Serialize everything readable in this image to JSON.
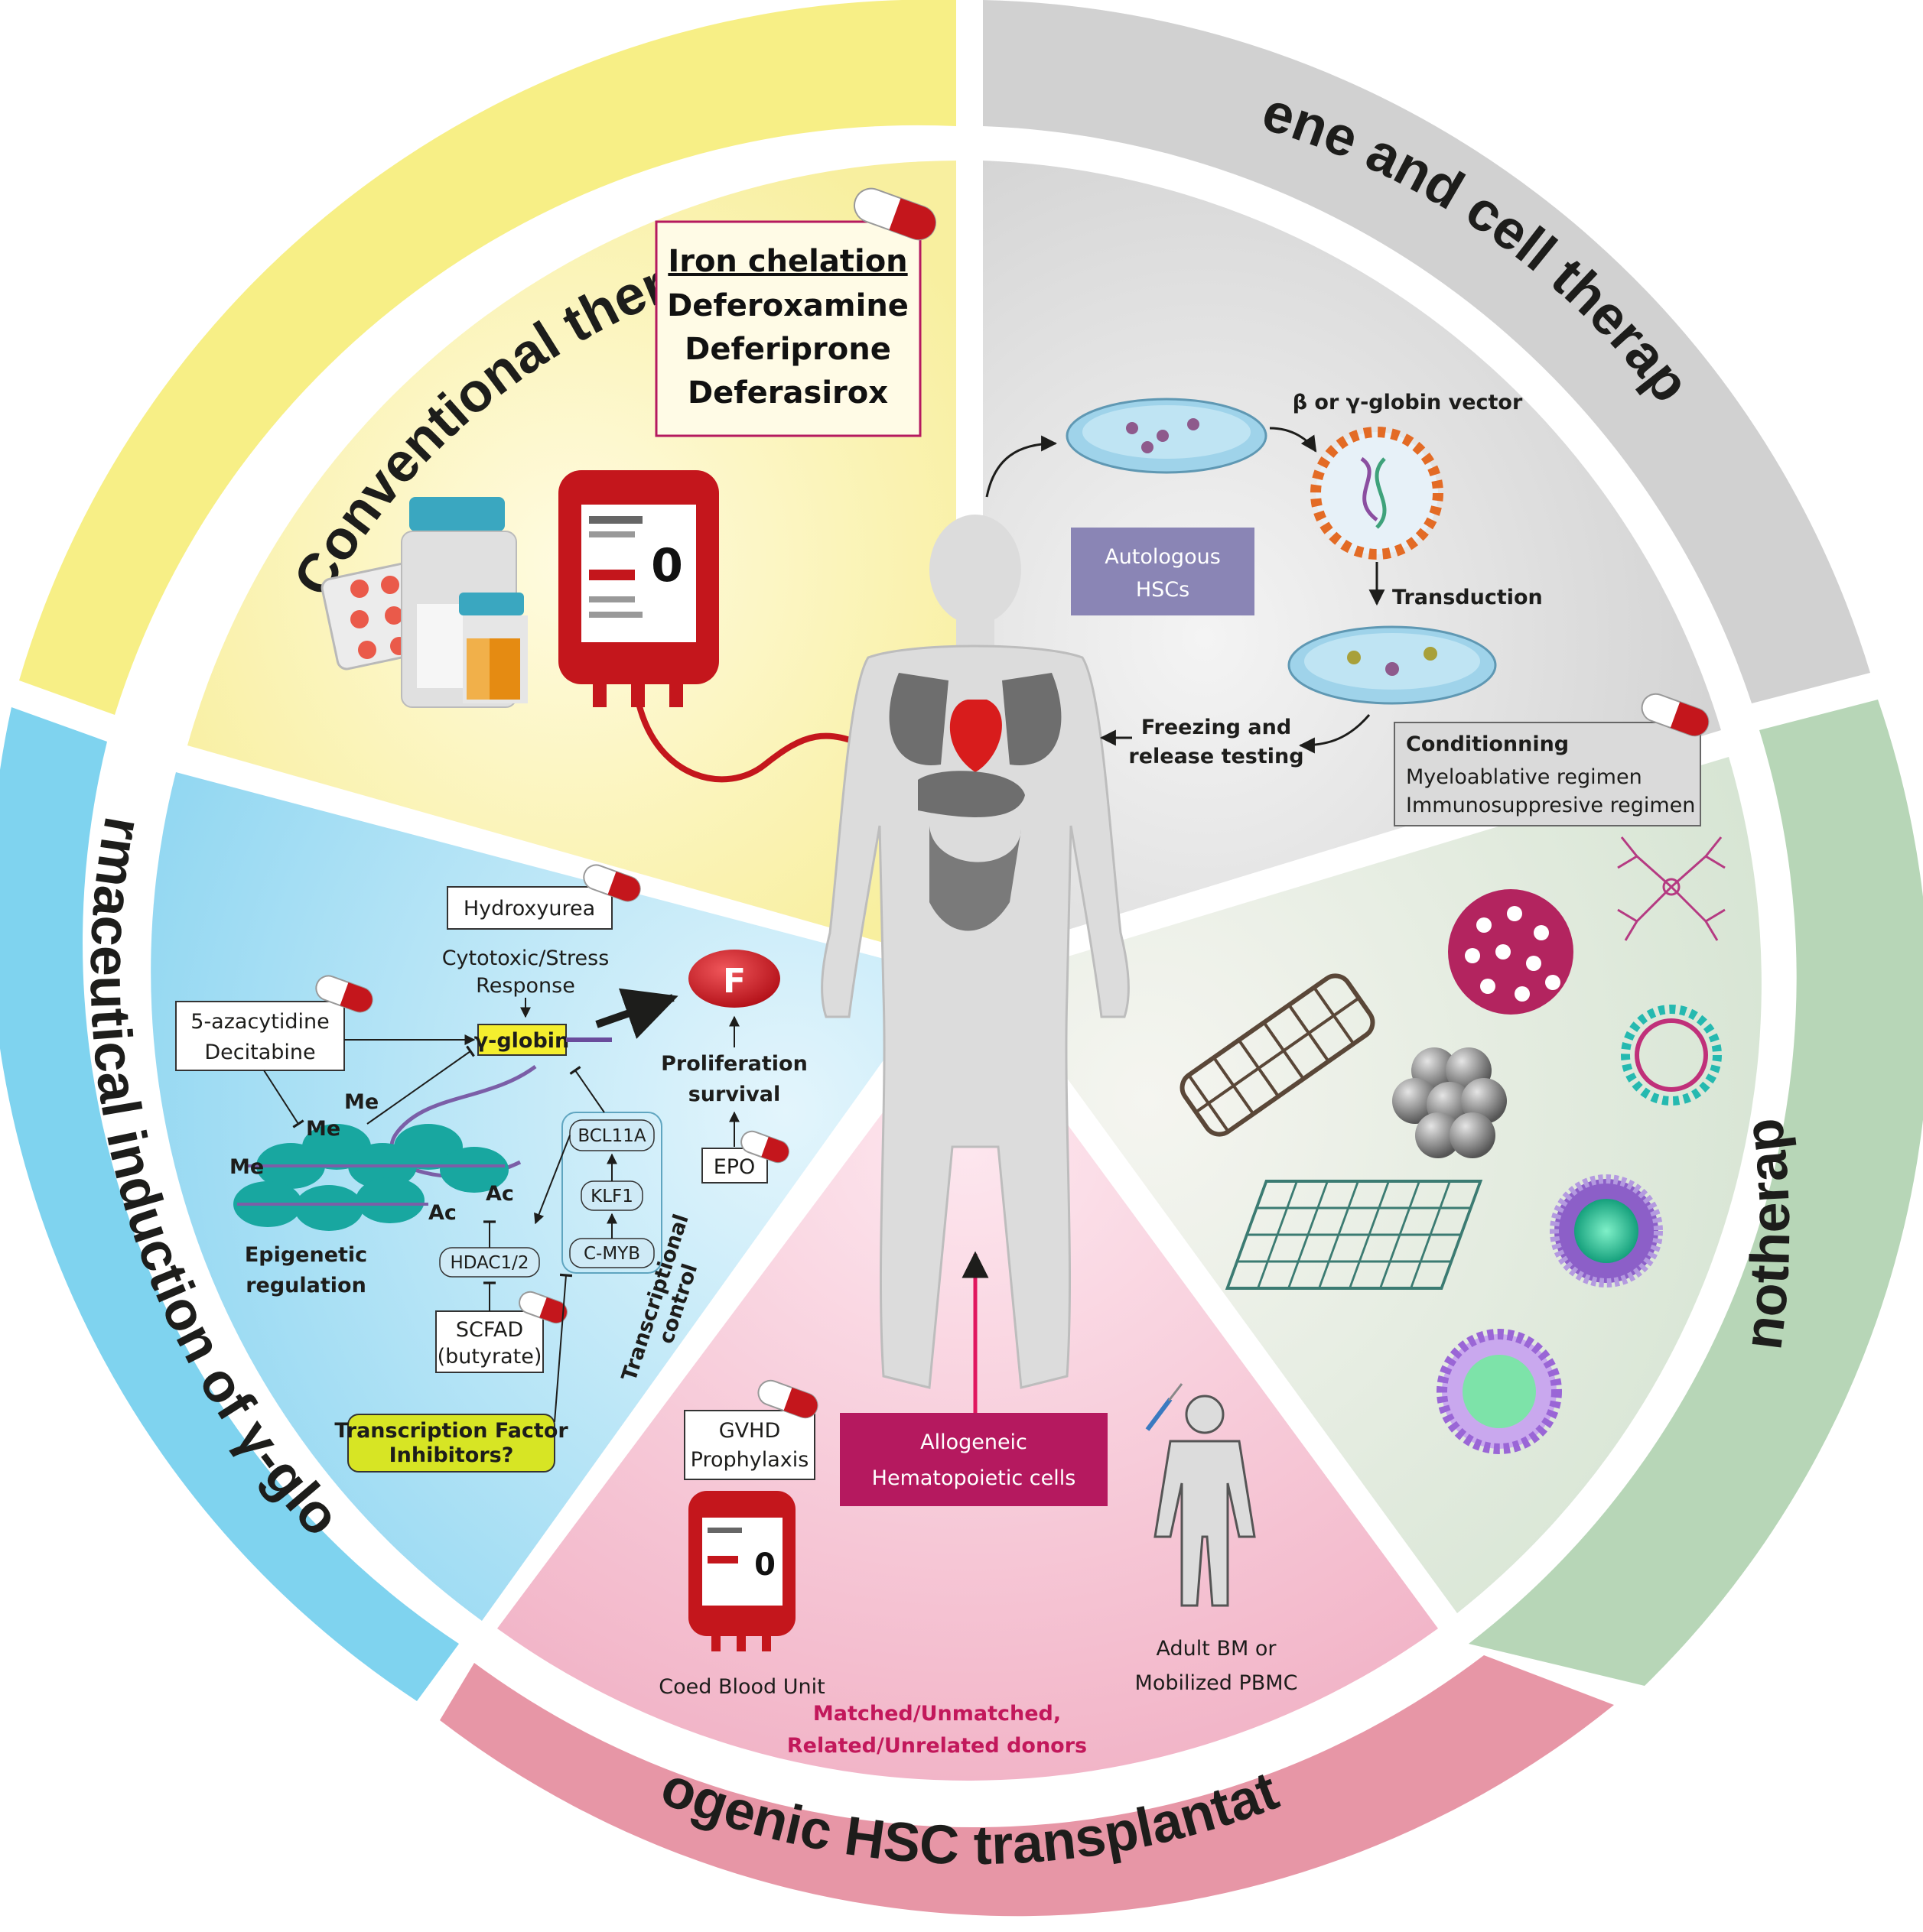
{
  "sections": {
    "conventional": "Conventional therapies",
    "gene_cell": "Gene and cell therapy",
    "pharma": "Pharmaceutical induction of γ-globin",
    "nano": "Nanotherapies",
    "allo": "Allogenic HSC transplantation"
  },
  "iron_box": [
    "Iron chelation",
    "Deferoxamine",
    "Deferiprone",
    "Deferasirox"
  ],
  "gene": {
    "vector": "β or γ-globin vector",
    "autologous": [
      "Autologous",
      "HSCs"
    ],
    "transduction": "Transduction",
    "freezing": [
      "Freezing and",
      "release testing"
    ],
    "cond_title": "Conditionning",
    "cond_lines": [
      "Myeloablative regimen",
      "Immunosuppresive regimen"
    ]
  },
  "pharma": {
    "hydroxyurea": "Hydroxyurea",
    "cytotoxic": [
      "Cytotoxic/Stress",
      "Response"
    ],
    "aza": [
      "5-azacytidine",
      "Decitabine"
    ],
    "gglobin": "γ-globin",
    "hbf": "F",
    "prolif": [
      "Proliferation",
      "survival"
    ],
    "epo": "EPO",
    "bcl11a": "BCL11A",
    "klf1": "KLF1",
    "cmyb": "C-MYB",
    "hdac": "HDAC1/2",
    "scfad": [
      "SCFAD",
      "(butyrate)"
    ],
    "tfi": [
      "Transcription Factor",
      "Inhibitors?"
    ],
    "epigenetic": [
      "Epigenetic",
      "regulation"
    ],
    "transcriptional": [
      "Transcriptional",
      "control"
    ],
    "me": "Me",
    "ac": "Ac"
  },
  "allo": {
    "gvhd": [
      "GVHD",
      "Prophylaxis"
    ],
    "hematopoietic": [
      "Allogeneic",
      "Hematopoietic cells"
    ],
    "cord": "Coed Blood Unit",
    "adult": [
      "Adult BM or",
      "Mobilized PBMC"
    ],
    "donors": [
      "Matched/Unmatched,",
      "Related/Unrelated donors"
    ]
  },
  "bag_label": "0",
  "colors": {
    "yellow_ring": "#f7ef86",
    "yellow_inner": "#fbf4b4",
    "gray_ring": "#d1d1d1",
    "gray_inner": "#e4e4e4",
    "green_ring": "#b7d6b7",
    "green_inner": "#e1ebdf",
    "pink_ring": "#e796a6",
    "pink_inner": "#f6c6d4",
    "blue_ring": "#7fd3ef",
    "blue_inner": "#aee0f3",
    "magenta": "#b5195f",
    "blood": "#c4161c",
    "body": "#dcdcdc"
  }
}
